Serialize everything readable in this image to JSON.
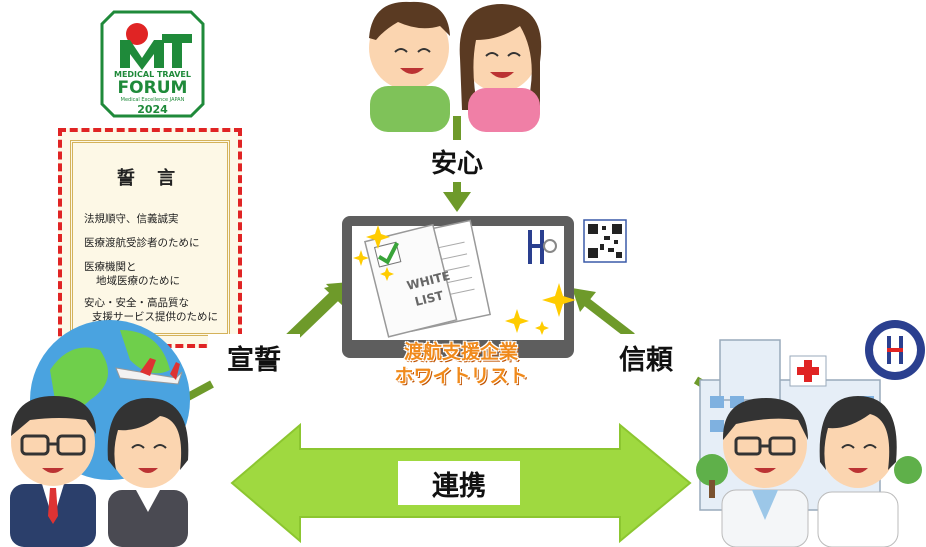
{
  "logo": {
    "line1": "MEDICAL TRAVEL",
    "line2": "FORUM",
    "line3": "Medical Excellence JAPAN",
    "year": "2024"
  },
  "certificate": {
    "title": "誓 言",
    "lines": [
      "法規順守、信義誠実",
      "医療渡航受診者のために",
      "医療機関と",
      "地域医療のために",
      "安心・安全・高品質な",
      "支援サービス提供のために"
    ]
  },
  "labels": {
    "anshin": "安心",
    "sensei": "宣誓",
    "shinrai": "信頼",
    "renkei": "連携"
  },
  "center": {
    "line1": "渡航支援企業",
    "line2": "ホワイトリスト",
    "paper1": "WHITE",
    "paper2": "LIST"
  },
  "colors": {
    "arrow": "#6e9a2a",
    "double_arrow": "#9fd940",
    "logo_green": "#1f8a3a",
    "logo_red": "#e02424",
    "title_orange": "#f08a1c"
  }
}
